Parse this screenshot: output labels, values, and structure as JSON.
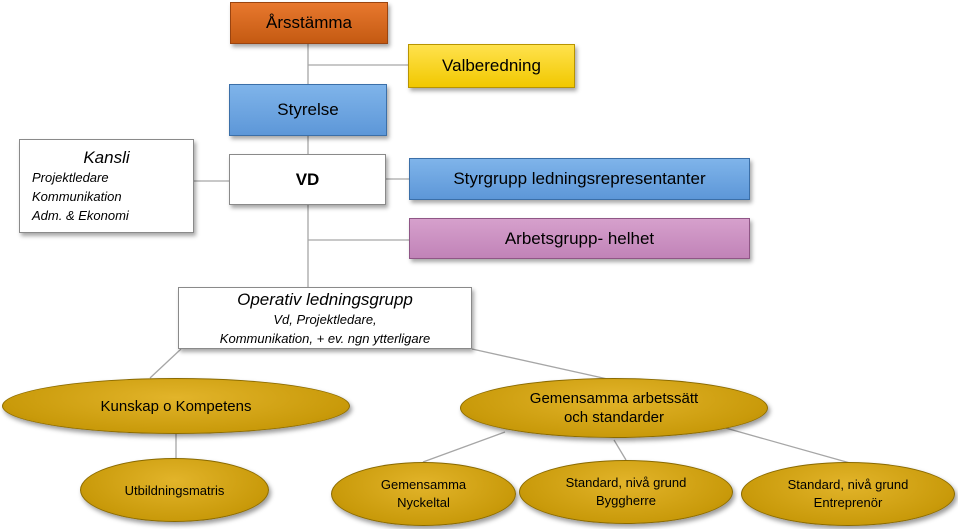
{
  "nodes": {
    "arsstamma": "Årsstämma",
    "valberedning": "Valberedning",
    "styrelse": "Styrelse",
    "vd": "VD",
    "kansli": {
      "title": "Kansli",
      "lines": [
        "Projektledare",
        "Kommunikation",
        "Adm.  & Ekonomi"
      ]
    },
    "styrgrupp": "Styrgrupp ledningsrepresentanter",
    "arbetsgrupp": "Arbetsgrupp- helhet",
    "operativ": {
      "title": "Operativ ledningsgrupp",
      "lines": [
        "Vd, Projektledare,",
        "Kommunikation, + ev. ngn ytterligare"
      ]
    },
    "kunskap": "Kunskap o Kompetens",
    "utbildning": "Utbildningsmatris",
    "gemensamma_arbetssatt": [
      "Gemensamma arbetssätt",
      "och standarder"
    ],
    "nyckeltal": [
      "Gemensamma",
      "Nyckeltal"
    ],
    "byggherre": [
      "Standard, nivå grund",
      "Byggherre"
    ],
    "entreprenor": [
      "Standard, nivå grund",
      "Entreprenör"
    ]
  },
  "colors": {
    "orange": "#d9681f",
    "yellow": "#f6d21a",
    "blue": "#6aa3e0",
    "pink": "#c88fbf",
    "gold": "#d4a516",
    "line": "#a6a6a6"
  }
}
